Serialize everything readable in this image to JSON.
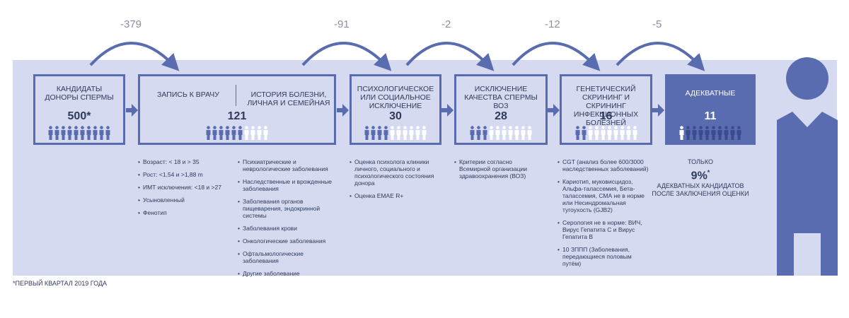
{
  "colors": {
    "accent": "#5a6cb0",
    "panel": "#d5daf0",
    "arrow": "#5a6cb0",
    "figure": "#5a6cb0",
    "person_light": "#ffffff",
    "person_dark": "#3d4b8c"
  },
  "icons": [
    "person-icon",
    "arrow-right-icon",
    "curved-arrow-icon",
    "person-silhouette-icon"
  ],
  "deltas": [
    "-379",
    "-91",
    "-2",
    "-12",
    "-5"
  ],
  "stages": [
    {
      "title": "КАНДИДАТЫ ДОНОРЫ СПЕРМЫ",
      "count": "500*",
      "people_total": 10,
      "people_filled": 10
    },
    {
      "sub_left": "ЗАПИСЬ К ВРАЧУ",
      "sub_right": "ИСТОРИЯ БОЛЕЗНИ, ЛИЧНАЯ И СЕМЕЙНАЯ",
      "count": "121",
      "people_total": 10,
      "people_filled": 6
    },
    {
      "title": "ПСИХОЛОГИЧЕСКОЕ ИЛИ СОЦИАЛЬНОЕ ИСКЛЮЧЕНИЕ",
      "count": "30",
      "people_total": 10,
      "people_filled": 4
    },
    {
      "title": "ИСКЛЮЧЕНИЕ КАЧЕСТВА СПЕРМЫ ВОЗ",
      "count": "28",
      "people_total": 10,
      "people_filled": 3
    },
    {
      "title": "ГЕНЕТИЧЕСКИЙ СКРИНИНГ И СКРИНИНГ ИНФЕКЦИОННЫХ БОЛЕЗНЕЙ",
      "count": "16",
      "people_total": 10,
      "people_filled": 2
    },
    {
      "title": "АДЕКВАТНЫЕ",
      "count": "11",
      "people_total": 10,
      "people_filled": 1
    }
  ],
  "lists": {
    "doctor": [
      "Возраст: < 18 и > 35",
      "Рост: <1,54 и >1,88 m",
      "ИМТ исключения: <18 и >27",
      "Усыновленный",
      "Фенотип"
    ],
    "history": [
      "Психиатрические и неврологические заболевания",
      "Наследственные и врожденные заболевания",
      "Заболевания органов пищеварения, эндокринной системы",
      "Заболевания крови",
      "Онкологические заболевания",
      "Офтальмологические заболевания",
      "Другие заболевание"
    ],
    "psych": [
      "Оценка психолога клиники личного, социального и психологического состояния донора",
      "Оценка EMAE R+"
    ],
    "sperm": [
      "Критерии согласно Всемирной организации здравоохранения (ВОЗ)"
    ],
    "genetic": [
      "CGT (анализ более 600/3000 наследственных заболеваний)",
      "Кариотип, муковисцидоз, Альфа-талассемия, Бета-талассемия, СМА не в норме или Несиндромальная тугоухость (GJB2)",
      "Серология не в норме: ВИЧ, Вирус Гепатита С и Вирус Гепатита В",
      "10 ЗППП (Заболевания, передающиеся половым путём)"
    ]
  },
  "summary": {
    "line1": "ТОЛЬКО",
    "percent": "9%",
    "percent_mark": "*",
    "line2": "АДЕКВАТНЫХ КАНДИДАТОВ ПОСЛЕ ЗАКЛЮЧЕНИЯ ОЦЕНКИ"
  },
  "footnote": "*ПЕРВЫЙ КВАРТАЛ 2019 ГОДА"
}
